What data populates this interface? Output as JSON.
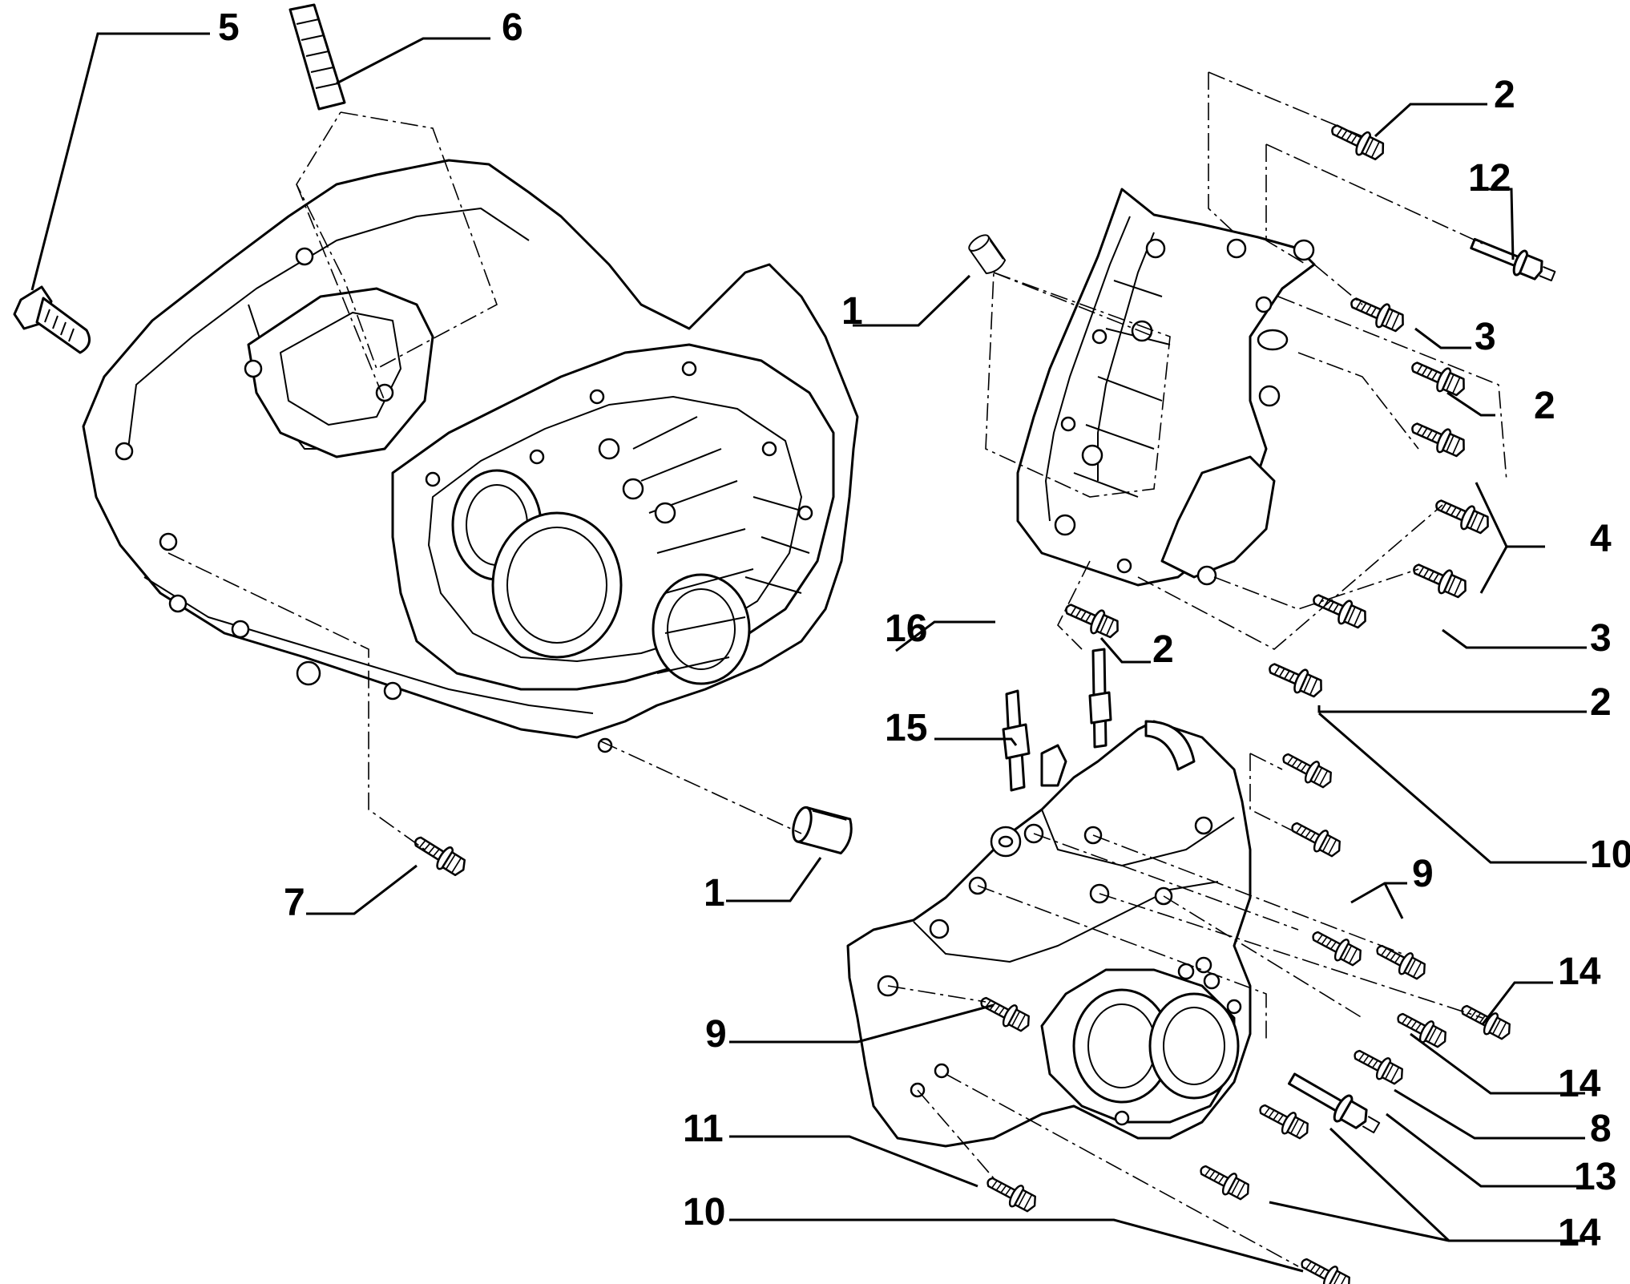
{
  "callouts": [
    {
      "id": "c5",
      "text": "5"
    },
    {
      "id": "c6",
      "text": "6"
    },
    {
      "id": "c1a",
      "text": "1"
    },
    {
      "id": "c1b",
      "text": "1"
    },
    {
      "id": "c7",
      "text": "7"
    },
    {
      "id": "c2a",
      "text": "2"
    },
    {
      "id": "c12",
      "text": "12"
    },
    {
      "id": "c3a",
      "text": "3"
    },
    {
      "id": "c2b",
      "text": "2"
    },
    {
      "id": "c4",
      "text": "4"
    },
    {
      "id": "c3b",
      "text": "3"
    },
    {
      "id": "c2c",
      "text": "2"
    },
    {
      "id": "c2d",
      "text": "2"
    },
    {
      "id": "c16",
      "text": "16"
    },
    {
      "id": "c15",
      "text": "15"
    },
    {
      "id": "c10a",
      "text": "10"
    },
    {
      "id": "c9a",
      "text": "9"
    },
    {
      "id": "c14a",
      "text": "14"
    },
    {
      "id": "c9b",
      "text": "9"
    },
    {
      "id": "c14b",
      "text": "14"
    },
    {
      "id": "c8",
      "text": "8"
    },
    {
      "id": "c11",
      "text": "11"
    },
    {
      "id": "c13",
      "text": "13"
    },
    {
      "id": "c10b",
      "text": "10"
    },
    {
      "id": "c14c",
      "text": "14"
    }
  ]
}
